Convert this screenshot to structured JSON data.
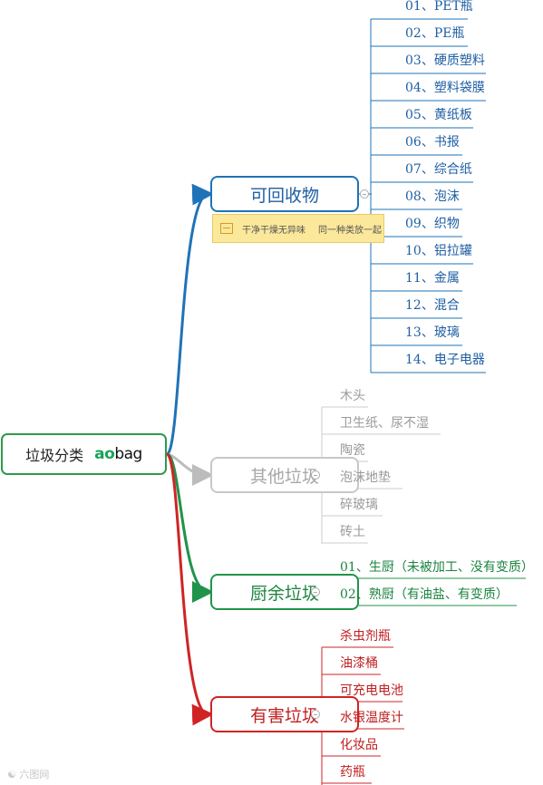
{
  "root": {
    "label": "垃圾分类",
    "logo_text": "aobag"
  },
  "colors": {
    "recyclable": "#1f73b7",
    "other": "#bcbcbc",
    "kitchen": "#20944a",
    "hazardous": "#d02424"
  },
  "branches": [
    {
      "id": "recyclable",
      "label": "可回收物",
      "note": {
        "text_1": "干净干燥无异味",
        "text_2": "同一种类放一起"
      },
      "items": [
        "01、PET瓶",
        "02、PE瓶",
        "03、硬质塑料",
        "04、塑料袋膜",
        "05、黄纸板",
        "06、书报",
        "07、综合纸",
        "08、泡沫",
        "09、织物",
        "10、铝拉罐",
        "11、金属",
        "12、混合",
        "13、玻璃",
        "14、电子电器"
      ]
    },
    {
      "id": "other",
      "label": "其他垃圾",
      "items": [
        "木头",
        "卫生纸、尿不湿",
        "陶瓷",
        "泡沫地垫",
        "碎玻璃",
        "砖土"
      ]
    },
    {
      "id": "kitchen",
      "label": "厨余垃圾",
      "items": [
        "01、生厨（未被加工、没有变质）",
        "02、熟厨（有油盐、有变质）"
      ]
    },
    {
      "id": "hazardous",
      "label": "有害垃圾",
      "items": [
        "杀虫剂瓶",
        "油漆桶",
        "可充电电池",
        "水银温度计",
        "化妆品",
        "药瓶"
      ]
    }
  ],
  "watermark": "六图网"
}
